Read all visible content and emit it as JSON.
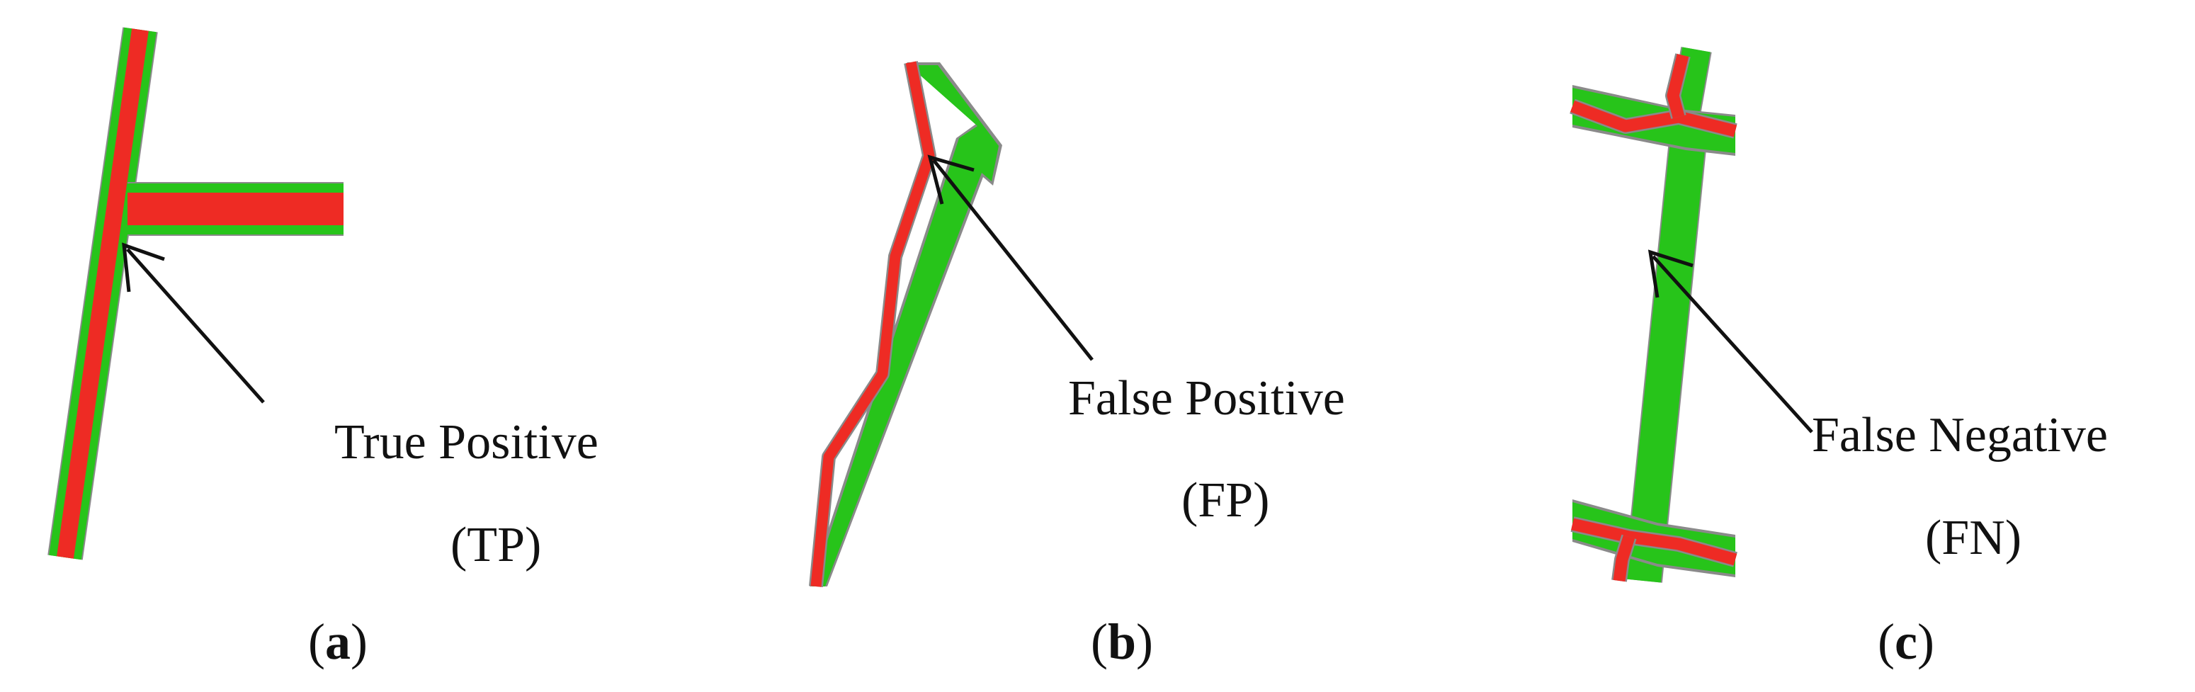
{
  "colors": {
    "predicted_road": "#ee2b24",
    "reference_road": "#27c41a",
    "road_edge": "#8a8a8a",
    "arrow": "#111111",
    "text": "#111111"
  },
  "panels": [
    {
      "id": "a",
      "label_line1": "True Positive",
      "label_line2": "(TP)",
      "sub_open": "(",
      "sub_letter": "a",
      "sub_close": ")"
    },
    {
      "id": "b",
      "label_line1": "False Positive",
      "label_line2": "(FP)",
      "sub_open": "(",
      "sub_letter": "b",
      "sub_close": ")"
    },
    {
      "id": "c",
      "label_line1": "False Negative",
      "label_line2": "(FN)",
      "sub_open": "(",
      "sub_letter": "c",
      "sub_close": ")"
    }
  ]
}
